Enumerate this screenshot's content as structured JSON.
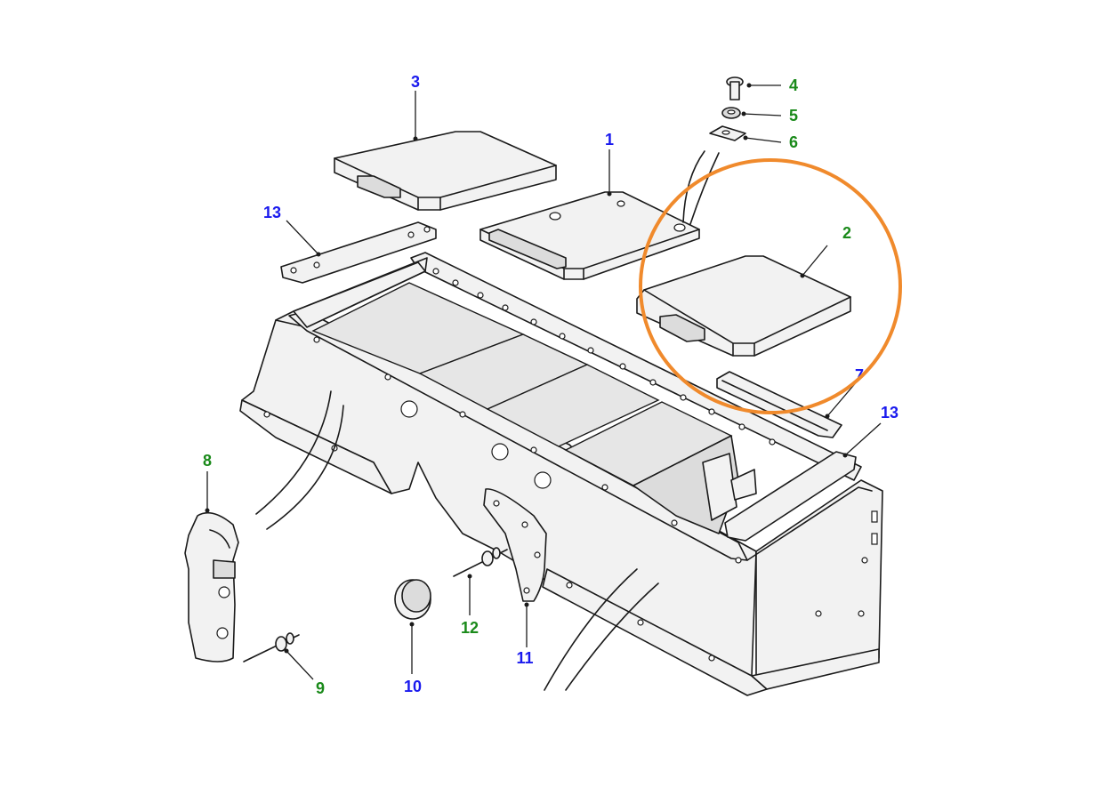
{
  "diagram": {
    "callouts": [
      {
        "number": "1",
        "color": "#1a1aee"
      },
      {
        "number": "2",
        "color": "#1a8a1a"
      },
      {
        "number": "3",
        "color": "#1a1aee"
      },
      {
        "number": "4",
        "color": "#1a8a1a"
      },
      {
        "number": "5",
        "color": "#1a8a1a"
      },
      {
        "number": "6",
        "color": "#1a8a1a"
      },
      {
        "number": "7",
        "color": "#1a1aee"
      },
      {
        "number": "8",
        "color": "#1a8a1a"
      },
      {
        "number": "9",
        "color": "#1a8a1a"
      },
      {
        "number": "10",
        "color": "#1a1aee"
      },
      {
        "number": "11",
        "color": "#1a1aee"
      },
      {
        "number": "12",
        "color": "#1a8a1a"
      },
      {
        "number": "13",
        "color": "#1a1aee"
      },
      {
        "number": "13",
        "color": "#1a1aee"
      }
    ],
    "highlight_color": "#f08a2c",
    "highlighted_part": "2"
  }
}
